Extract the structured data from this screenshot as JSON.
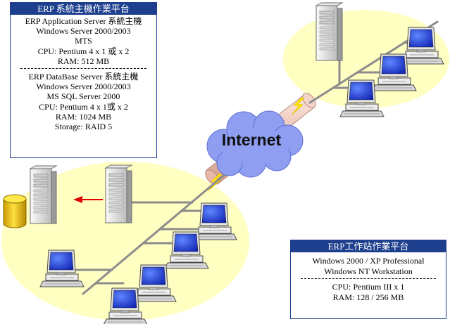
{
  "colors": {
    "panel_header": "#1d3f8e",
    "ellipse_fill": "#ffffc2",
    "network_line": "#8c8c8c",
    "cloud": "#8f9ef0",
    "arrow": "#e00000",
    "database": "#e8c200",
    "lightning": "#ffee00"
  },
  "icons": [
    "server-tower-icon",
    "database-cylinder-icon",
    "workstation-computer-icon",
    "internet-cloud-icon",
    "lightning-bolt-icon"
  ],
  "server_panel": {
    "title": "ERP 系統主機作業平台",
    "app_server": {
      "name": "ERP Application Server 系統主機",
      "os": "Windows Server 2000/2003",
      "software": "MTS",
      "cpu": "CPU: Pentium 4  x 1 或 x 2",
      "ram": "RAM: 512 MB"
    },
    "db_server": {
      "name": "ERP DataBase Server 系統主機",
      "os": "Windows Server 2000/2003",
      "software": "MS SQL Server 2000",
      "cpu": "CPU: Pentium 4 x 1或 x 2",
      "ram": "RAM: 1024 MB",
      "storage": "Storage: RAID 5"
    }
  },
  "workstation_panel": {
    "title": "ERP工作站作業平台",
    "os_line1": "Windows 2000 / XP Professional",
    "os_line2": "Windows NT Workstation",
    "cpu": "CPU: Pentium III  x 1",
    "ram": "RAM: 128 / 256 MB"
  },
  "internet_label": "Internet"
}
